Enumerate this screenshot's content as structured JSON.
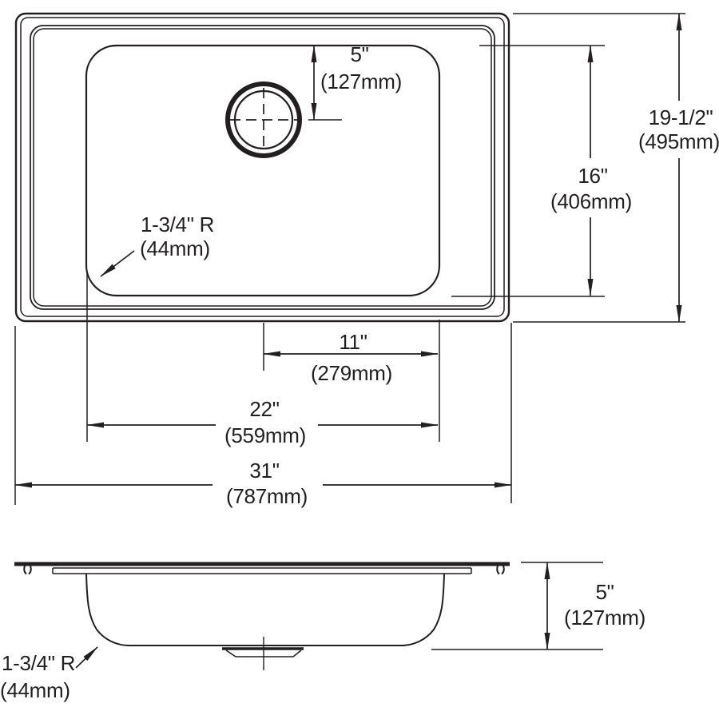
{
  "colors": {
    "line": "#231f20",
    "background": "#ffffff"
  },
  "top_view": {
    "drain_offset_y": {
      "in": "5\"",
      "mm": "(127mm)"
    },
    "bowl_front_back": {
      "in": "16\"",
      "mm": "(406mm)"
    },
    "overall_front_back": {
      "in": "19-1/2\"",
      "mm": "(495mm)"
    },
    "drain_offset_x": {
      "in": "11\"",
      "mm": "(279mm)"
    },
    "bowl_width": {
      "in": "22\"",
      "mm": "(559mm)"
    },
    "overall_width": {
      "in": "31\"",
      "mm": "(787mm)"
    },
    "corner_radius": {
      "label": "1-3/4\" R",
      "mm": "(44mm)"
    }
  },
  "side_view": {
    "depth": {
      "in": "5\"",
      "mm": "(127mm)"
    },
    "corner_radius": {
      "label": "1-3/4\" R",
      "mm": "(44mm)"
    }
  }
}
